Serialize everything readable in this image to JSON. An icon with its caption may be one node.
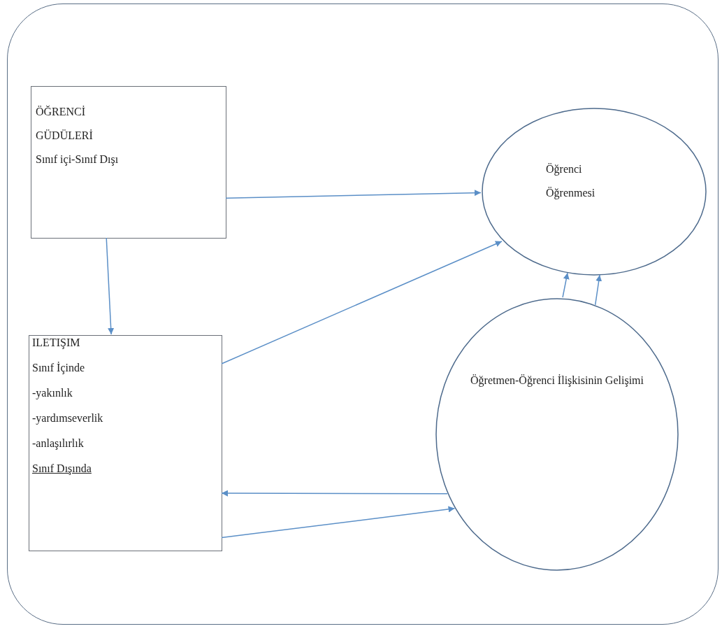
{
  "diagram": {
    "nodes": [
      {
        "text": [],
        "shape": "box"
      },
      {
        "text": [
          "ÖĞRENCİ",
          "GÜDÜLERİ",
          "Sınıf içi-Sınıf Dışı"
        ],
        "in": 0
      },
      {
        "text": [
          "Öğrenci",
          "Öğrenmesi"
        ],
        "in": 0
      },
      {
        "text": [
          "ILETIŞIM",
          "Sınıf İçinde",
          "-yakınlık",
          "-yardımseverlik",
          "-anlaşılırlık",
          "Sınıf Dışında"
        ],
        "in": 0
      },
      {
        "text": [
          "Öğretmen-Öğrenci İlişkisinin Gelişimi"
        ],
        "in": 0
      }
    ],
    "edges": [
      {
        "from": 1,
        "to": 2,
        "arrow": "to"
      },
      {
        "from": 1,
        "to": 3,
        "arrow": "to"
      },
      {
        "from": 3,
        "to": 2,
        "arrow": "to"
      },
      {
        "from": 4,
        "to": 3,
        "arrow": "to"
      },
      {
        "from": 3,
        "to": 4,
        "arrow": "to"
      },
      {
        "from": 4,
        "to": 2,
        "arrow": "to"
      },
      {
        "from": 4,
        "to": 2,
        "arrow": "to"
      }
    ]
  }
}
